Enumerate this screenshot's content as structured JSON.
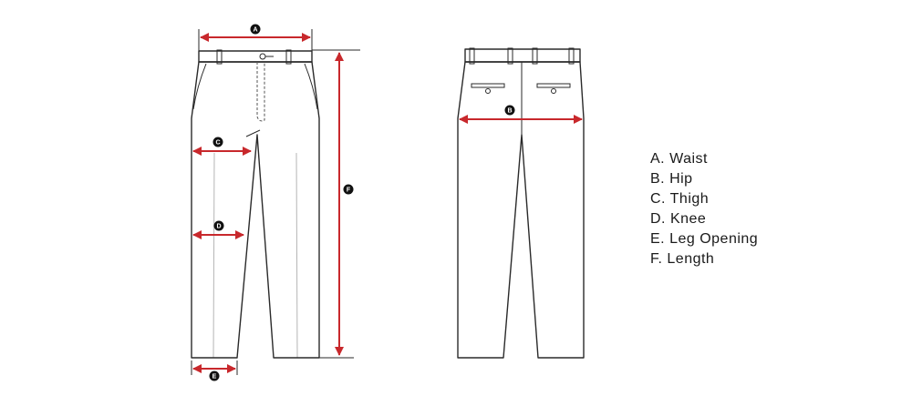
{
  "colors": {
    "measure": "#c8282c",
    "outline": "#2a2a2a",
    "badge": "#111111"
  },
  "badges": {
    "a": "A",
    "b": "B",
    "c": "C",
    "d": "D",
    "e": "E",
    "f": "F"
  },
  "legend": [
    {
      "label": "A. Waist"
    },
    {
      "label": "B. Hip"
    },
    {
      "label": "C. Thigh"
    },
    {
      "label": "D. Knee"
    },
    {
      "label": "E. Leg Opening"
    },
    {
      "label": "F. Length"
    }
  ]
}
